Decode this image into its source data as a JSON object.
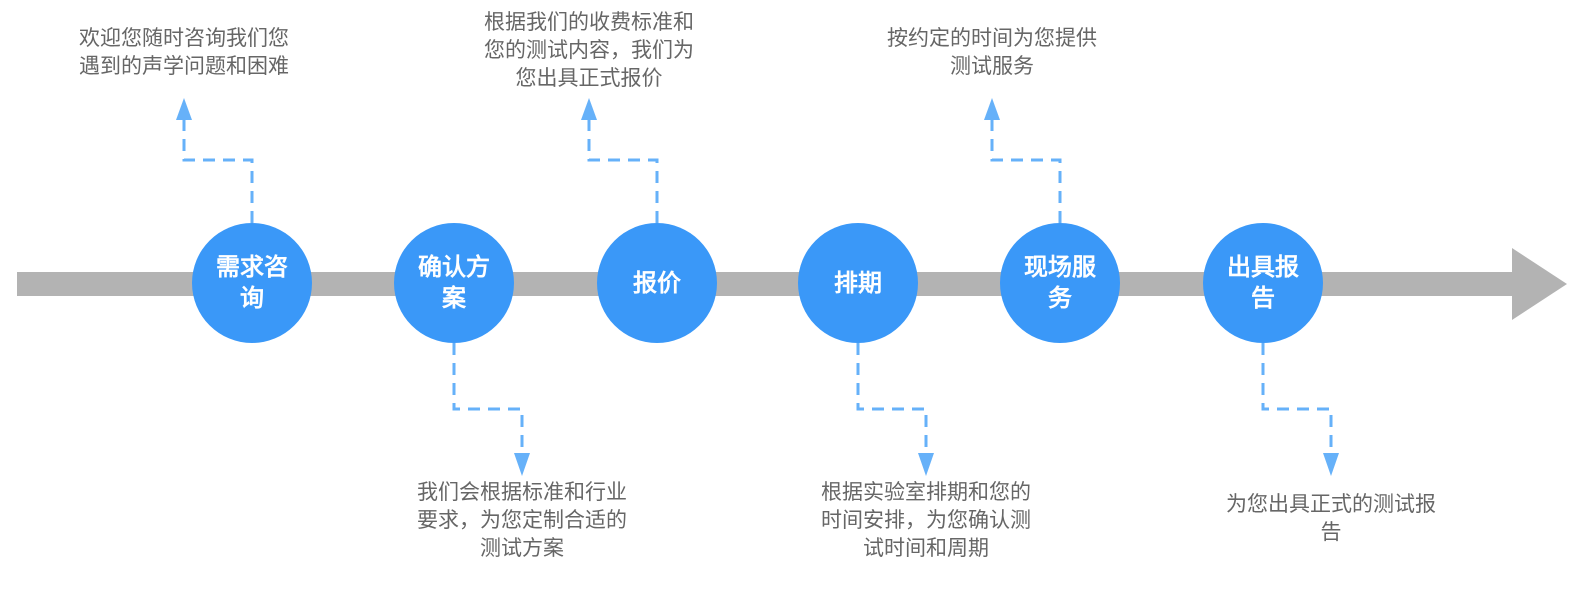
{
  "diagram": {
    "type": "process-timeline",
    "colors": {
      "timeline": "#b3b3b3",
      "step_circle": "#3a98f8",
      "step_label": "#ffffff",
      "connector": "#66b1f9",
      "description_text": "#666666"
    },
    "steps": [
      {
        "label": "需求咨\n询",
        "description": "欢迎您随时咨询我们您\n遇到的声学问题和困难",
        "description_position": "top"
      },
      {
        "label": "确认方\n案",
        "description": "我们会根据标准和行业\n要求，为您定制合适的\n测试方案",
        "description_position": "bottom"
      },
      {
        "label": "报价",
        "description": "根据我们的收费标准和\n您的测试内容，我们为\n您出具正式报价",
        "description_position": "top"
      },
      {
        "label": "排期",
        "description": "根据实验室排期和您的\n时间安排，为您确认测\n试时间和周期",
        "description_position": "bottom"
      },
      {
        "label": "现场服\n务",
        "description": "按约定的时间为您提供\n测试服务",
        "description_position": "top"
      },
      {
        "label": "出具报\n告",
        "description": "为您出具正式的测试报\n告",
        "description_position": "bottom"
      }
    ]
  }
}
